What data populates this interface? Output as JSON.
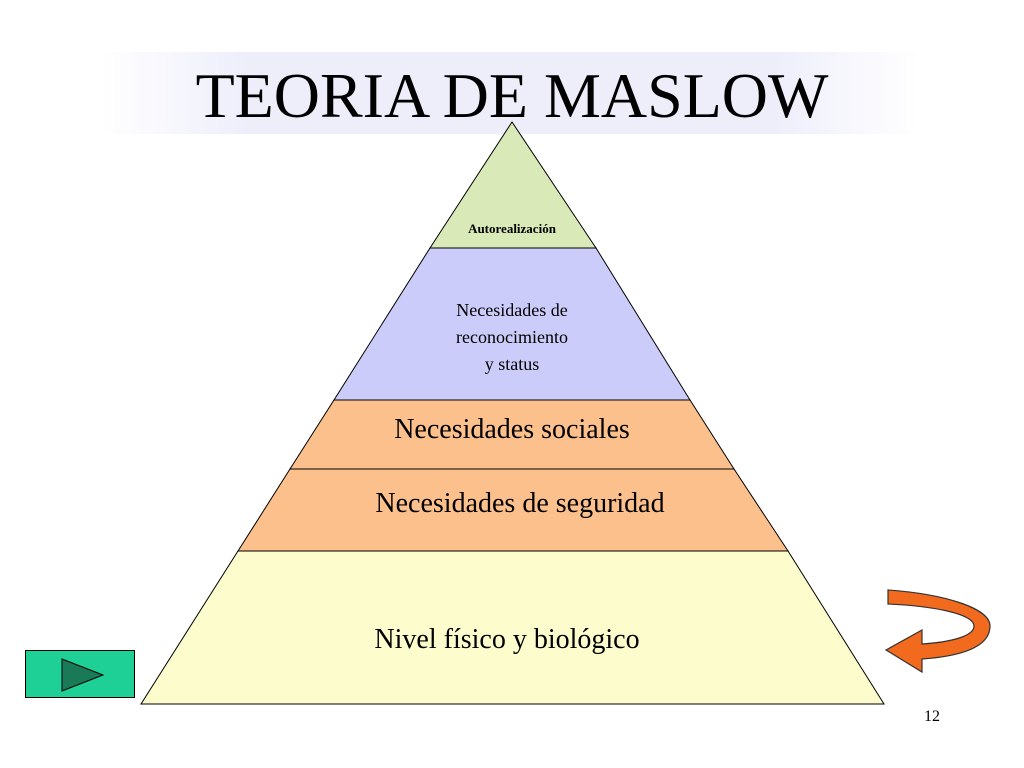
{
  "slide": {
    "title": "TEORIA DE MASLOW",
    "page_number": "12"
  },
  "pyramid": {
    "levels": [
      {
        "label": "Autorealización",
        "color": "#d9eab8"
      },
      {
        "label": "Necesidades de\nreconocimiento\ny status",
        "color": "#ccccfa"
      },
      {
        "label": "Necesidades sociales",
        "color": "#fcc08c"
      },
      {
        "label": "Necesidades de seguridad",
        "color": "#fcc08c"
      },
      {
        "label": "Nivel físico y biológico",
        "color": "#fcfccc"
      }
    ]
  },
  "navigation": {
    "next_icon": "play-triangle-icon",
    "back_icon": "curved-return-arrow-icon",
    "next_button_color": "#1ecf96",
    "arrow_color": "#f26a1d"
  }
}
